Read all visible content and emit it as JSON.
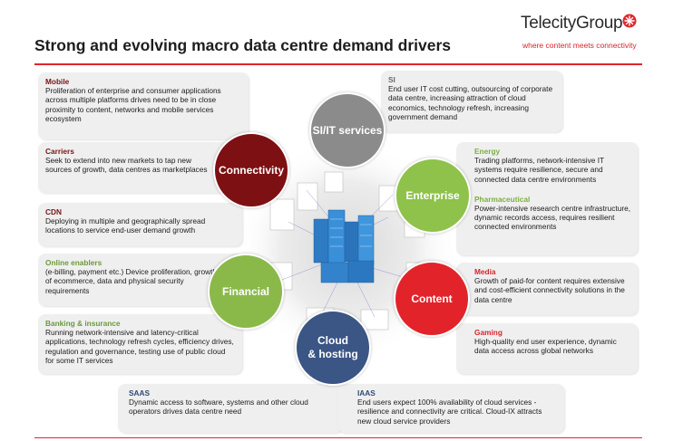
{
  "title": "Strong and evolving macro data centre demand drivers",
  "logo": {
    "name": "TelecityGroup",
    "tagline": "where content meets connectivity",
    "star_icon": "red-star-icon"
  },
  "colors": {
    "accent_red": "#e0262d",
    "connectivity": "#7d1013",
    "si_it": "#8b8b8b",
    "enterprise": "#8ec24a",
    "content": "#e2242a",
    "cloud": "#3b5585",
    "financial": "#8ab94a"
  },
  "circles": {
    "connectivity": "Connectivity",
    "si_it": "SI/IT services",
    "enterprise": "Enterprise",
    "content": "Content",
    "cloud_line1": "Cloud",
    "cloud_line2": "& hosting",
    "financial": "Financial"
  },
  "cards": {
    "mobile": {
      "heading": "Mobile",
      "text": "Proliferation of enterprise and consumer applications across multiple platforms drives need to be in close proximity to content, networks and mobile services ecosystem"
    },
    "carriers": {
      "heading": "Carriers",
      "text": "Seek to extend into new markets to tap new sources of growth, data centres as marketplaces"
    },
    "cdn": {
      "heading": "CDN",
      "text": "Deploying in multiple and geographically spread locations to service end-user demand growth"
    },
    "online": {
      "heading": "Online enablers",
      "text": "(e-billing, payment etc.)  Device proliferation, growth of ecommerce, data and physical security requirements"
    },
    "banking": {
      "heading": "Banking & insurance",
      "text": "Running network-intensive and latency-critical applications, technology refresh cycles, efficiency drives, regulation and governance, testing use of public cloud for some IT services"
    },
    "saas": {
      "heading": "SAAS",
      "text": "Dynamic access to software, systems and other cloud operators drives data centre need"
    },
    "iaas": {
      "heading": "IAAS",
      "text": "End users expect 100% availability of cloud services - resilience and connectivity are critical. Cloud-IX attracts new cloud service providers"
    },
    "si": {
      "heading": "SI",
      "text": "End user IT cost cutting, outsourcing of corporate data centre, increasing attraction of cloud economics, technology refresh, increasing government demand"
    },
    "energy": {
      "heading": "Energy",
      "text": "Trading platforms, network-intensive IT systems require resilience, secure and connected data centre environments"
    },
    "pharma": {
      "heading": "Pharmaceutical",
      "text": "Power-intensive research centre infrastructure, dynamic records access, requires resilient connected environments"
    },
    "media": {
      "heading": "Media",
      "text": "Growth of paid-for content requires extensive and cost-efficient connectivity solutions in the data centre"
    },
    "gaming": {
      "heading": "Gaming",
      "text": "High-quality end user experience, dynamic data access across global networks"
    }
  }
}
